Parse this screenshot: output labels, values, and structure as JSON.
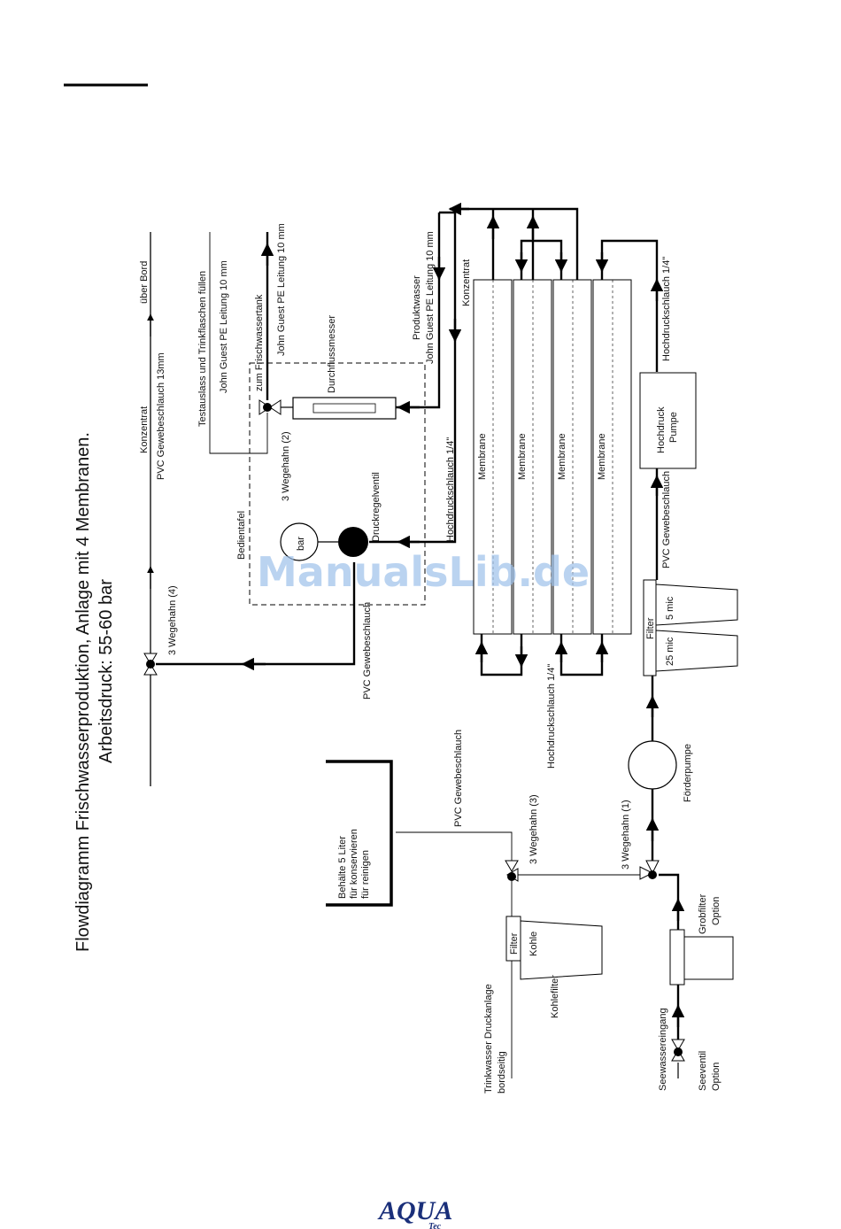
{
  "title": {
    "line1": "Flowdiagramm Frischwasserproduktion, Anlage mit 4 Membranen.",
    "line2": "Arbeitsdruck: 55-60 bar"
  },
  "labels": {
    "konzentrat_top": "Konzentrat",
    "pvc_13mm": "PVC Gewebeschlauch 13mm",
    "ueber_bord": "über Bord",
    "testauslass": "Testauslass und Trinkflaschen füllen",
    "jg_10mm_a": "John Guest PE Leitung 10 mm",
    "zum_tank": "zum Frischwassertank",
    "jg_10mm_b": "John Guest PE Leitung 10 mm",
    "durchflussmesser": "Durchflussmesser",
    "wegehahn2": "3 Wegehahn (2)",
    "bedientafel": "Bedientafel",
    "druckregelventil": "Druckregelventil",
    "bar": "bar",
    "wegehahn4": "3 Wegehahn (4)",
    "pvc_gewebe_a": "PVC Gewebeschlauch",
    "produktwasser": "Produktwasser",
    "jg_10mm_c": "John Guest PE Leitung 10 mm",
    "konzentrat_mid": "Konzentrat",
    "hd_schlauch_a": "Hochdruckschlauch 1/4\"",
    "membrane": "Membrane",
    "hd_schlauch_b": "Hochdruckschlauch 1/4\"",
    "hd_schlauch_c": "Hochdruckschlauch 1/4\"",
    "hd_pumpe_1": "Hochdruck",
    "hd_pumpe_2": "Pumpe",
    "pvc_gewebe_b": "PVC Gewebeschlauch",
    "filter_a": "Filter",
    "mic5": "5 mic",
    "mic25": "25 mic",
    "foerderpumpe": "Förderpumpe",
    "pvc_gewebe_c": "PVC Gewebeschlauch",
    "wegehahn3": "3 Wegehahn (3)",
    "wegehahn1": "3 Wegehahn (1)",
    "behaelter_1": "Behälte 5 Liter",
    "behaelter_2": "für konservieren",
    "behaelter_3": "für reinigen",
    "filter_b": "Filter",
    "kohle": "Kohle",
    "kohlefilter": "Kohlefilter",
    "trinkwasser_1": "Trinkwasser Druckanlage",
    "trinkwasser_2": "bordseitig",
    "grobfilter_1": "Grobfilter",
    "grobfilter_2": "Option",
    "seewassereingang": "Seewassereingang",
    "seeventil_1": "Seeventil",
    "seeventil_2": "Option"
  },
  "watermark": "ManualsLib.de",
  "logo": {
    "main": "AQUA",
    "sub": "Tec"
  },
  "colors": {
    "line": "#000000",
    "watermark": "#9ec1ea",
    "logo": "#1a2f7a"
  }
}
